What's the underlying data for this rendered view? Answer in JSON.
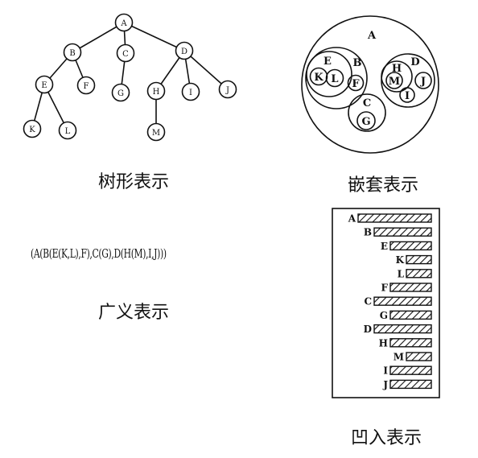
{
  "tree": {
    "nodes": [
      "A",
      "B",
      "C",
      "D",
      "E",
      "F",
      "G",
      "H",
      "I",
      "J",
      "K",
      "L",
      "M"
    ],
    "edges": [
      [
        "A",
        "B"
      ],
      [
        "A",
        "C"
      ],
      [
        "A",
        "D"
      ],
      [
        "B",
        "E"
      ],
      [
        "B",
        "F"
      ],
      [
        "C",
        "G"
      ],
      [
        "D",
        "H"
      ],
      [
        "D",
        "I"
      ],
      [
        "D",
        "J"
      ],
      [
        "E",
        "K"
      ],
      [
        "E",
        "L"
      ],
      [
        "H",
        "M"
      ]
    ]
  },
  "captions": {
    "tree": "树形表示",
    "nested": "嵌套表示",
    "generalized": "广义表示",
    "indented": "凹入表示"
  },
  "generalized_list": "(A(B(E(K,L),F),C(G),D(H(M),I,J)))",
  "indented_list": [
    {
      "label": "A",
      "depth": 0
    },
    {
      "label": "B",
      "depth": 1
    },
    {
      "label": "E",
      "depth": 2
    },
    {
      "label": "K",
      "depth": 3
    },
    {
      "label": "L",
      "depth": 3
    },
    {
      "label": "F",
      "depth": 2
    },
    {
      "label": "C",
      "depth": 1
    },
    {
      "label": "G",
      "depth": 2
    },
    {
      "label": "D",
      "depth": 1
    },
    {
      "label": "H",
      "depth": 2
    },
    {
      "label": "M",
      "depth": 3
    },
    {
      "label": "I",
      "depth": 2
    },
    {
      "label": "J",
      "depth": 2
    }
  ]
}
